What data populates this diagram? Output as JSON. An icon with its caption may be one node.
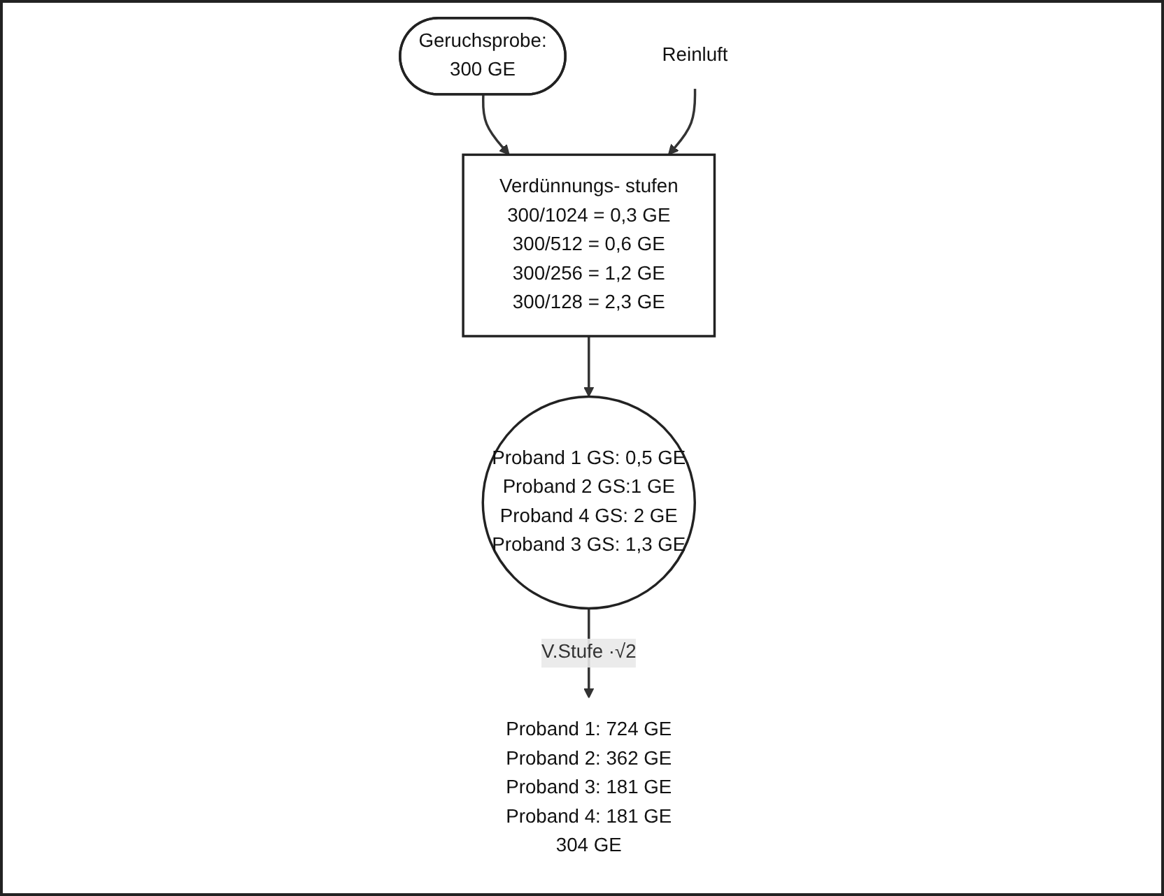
{
  "diagram": {
    "nodes": [
      {
        "text": [
          "Geruchsprobe:",
          "300 GE"
        ]
      },
      {
        "text": [
          "Reinluft"
        ]
      },
      {
        "text": [
          "Verdünnungs- stufen",
          "300/1024 = 0,3 GE",
          "300/512 = 0,6 GE",
          "300/256 = 1,2 GE",
          "300/128 = 2,3 GE"
        ]
      },
      {
        "text": [
          "Proband 1 GS: 0,5 GE",
          "Proband 2 GS:1 GE",
          "Proband 4 GS: 2 GE",
          "Proband 3 GS: 1,3 GE"
        ]
      },
      {
        "text": [
          "Proband 1: 724 GE",
          "Proband 2: 362 GE",
          "Proband 3: 181 GE",
          "Proband 4: 181 GE",
          "304 GE"
        ]
      }
    ],
    "edges": [
      {
        "from": 0,
        "to": 2,
        "arrow": "to"
      },
      {
        "from": 1,
        "to": 2,
        "arrow": "to"
      },
      {
        "from": 2,
        "to": 3,
        "arrow": "to"
      },
      {
        "from": 3,
        "to": 4,
        "arrow": "to",
        "label": "V.Stufe ·√2"
      }
    ]
  }
}
